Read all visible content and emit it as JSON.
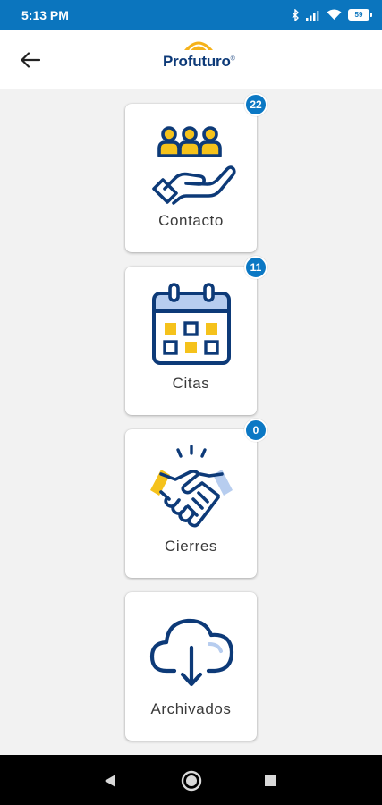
{
  "status_bar": {
    "time": "5:13 PM",
    "battery": "59"
  },
  "header": {
    "brand": "Profuturo",
    "registered_mark": "®"
  },
  "cards": [
    {
      "label": "Contacto",
      "badge": "22",
      "icon": "people-hand-icon"
    },
    {
      "label": "Citas",
      "badge": "11",
      "icon": "calendar-icon"
    },
    {
      "label": "Cierres",
      "badge": "0",
      "icon": "handshake-icon"
    },
    {
      "label": "Archivados",
      "badge": "",
      "icon": "cloud-download-icon"
    }
  ],
  "colors": {
    "primary": "#0d3a78",
    "accent_yellow": "#f5c21b",
    "status_blue": "#0b75be",
    "badge_blue": "#0b78c4",
    "light_blue": "#b7cdef"
  }
}
